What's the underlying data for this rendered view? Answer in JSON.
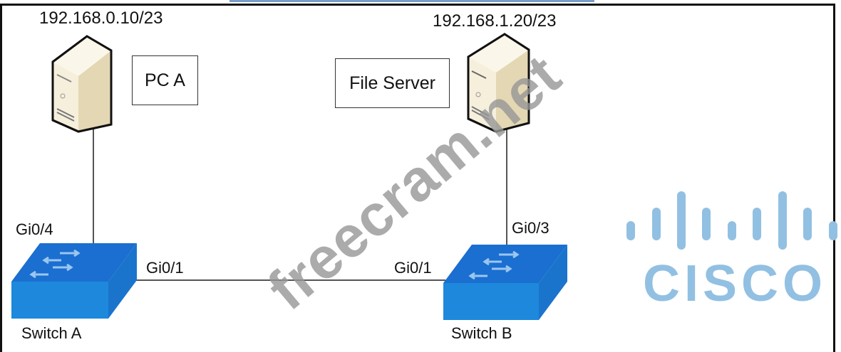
{
  "devices": {
    "pc_a": {
      "label": "PC A",
      "ip": "192.168.0.10/23",
      "port": "Gi0/4"
    },
    "file_server": {
      "label": "File Server",
      "ip": "192.168.1.20/23",
      "port": "Gi0/3"
    },
    "switch_a": {
      "label": "Switch A",
      "uplink_port": "Gi0/1"
    },
    "switch_b": {
      "label": "Switch B",
      "uplink_port": "Gi0/1"
    }
  },
  "watermark": "freecram.net",
  "logo": {
    "text": "CISCO",
    "color": "#92c0e2"
  },
  "colors": {
    "switch": "#1e7fd6",
    "server": "#f3ecd8"
  }
}
